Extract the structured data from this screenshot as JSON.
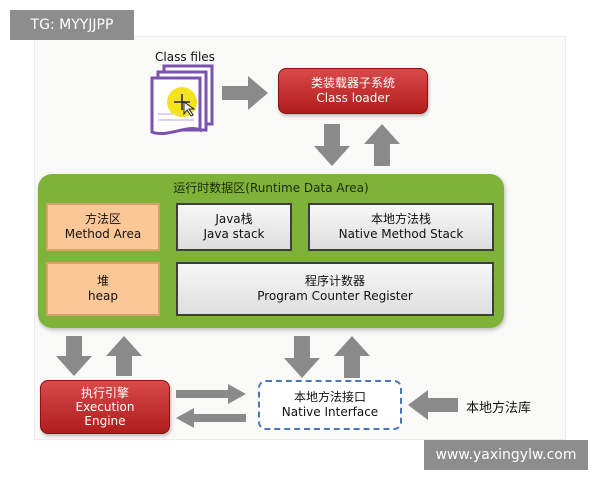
{
  "watermark_top": "TG: MYYJJPP",
  "watermark_bottom": "www.yaxingylw.com",
  "class_files": {
    "label": "Class files"
  },
  "class_loader": {
    "line1": "类装载器子系统",
    "line2": "Class loader"
  },
  "runtime": {
    "title": "运行时数据区(Runtime Data Area)",
    "method_area": {
      "line1": "方法区",
      "line2": "Method Area"
    },
    "java_stack": {
      "line1": "Java栈",
      "line2": "Java stack"
    },
    "native_stack": {
      "line1": "本地方法栈",
      "line2": "Native Method Stack"
    },
    "heap": {
      "line1": "堆",
      "line2": "heap"
    },
    "pc_register": {
      "line1": "程序计数器",
      "line2": "Program Counter Register"
    }
  },
  "execution_engine": {
    "line1": "执行引擎",
    "line2": "Execution",
    "line3": "Engine"
  },
  "native_interface": {
    "line1": "本地方法接口",
    "line2": "Native Interface"
  },
  "native_library": {
    "label": "本地方法库"
  },
  "colors": {
    "runtime_bg": "#7fb238",
    "red_box": "#c22a2a",
    "orange_cell": "#fbc796",
    "arrow": "#8a8a8a",
    "dashed_border": "#4a77b5"
  }
}
